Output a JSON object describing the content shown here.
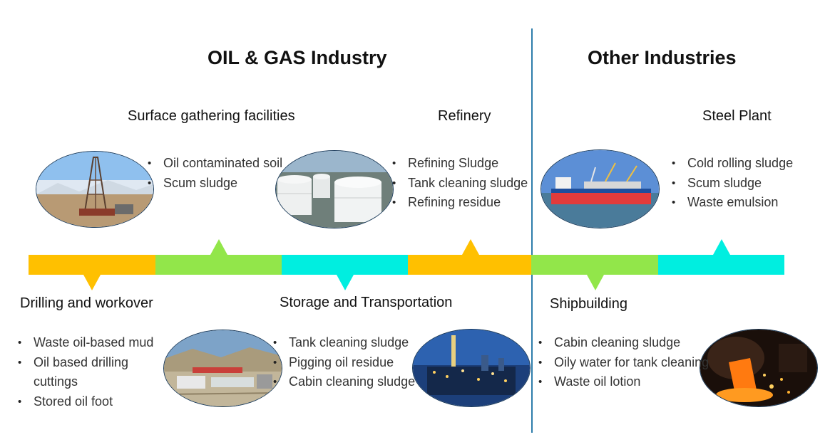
{
  "headings": {
    "oil_gas": "OIL & GAS Industry",
    "other": "Other Industries"
  },
  "stages": {
    "drilling": {
      "title": "Drilling and workover",
      "items": [
        "Waste oil-based mud",
        "Oil based drilling cuttings",
        "Stored oil foot"
      ]
    },
    "surface": {
      "title": "Surface gathering facilities",
      "items": [
        "Oil contaminated soil",
        "Scum sludge"
      ]
    },
    "storage": {
      "title": "Storage and Transportation",
      "items": [
        "Tank cleaning sludge",
        "Pigging oil residue",
        "Cabin cleaning sludge"
      ]
    },
    "refinery": {
      "title": "Refinery",
      "items": [
        "Refining Sludge",
        "Tank cleaning sludge",
        "Refining residue"
      ]
    },
    "shipbuilding": {
      "title": "Shipbuilding",
      "items": [
        "Cabin cleaning sludge",
        "Oily water for tank cleaning",
        "Waste oil lotion"
      ]
    },
    "steel": {
      "title": "Steel Plant",
      "items": [
        "Cold rolling sludge",
        "Scum sludge",
        "Waste emulsion"
      ]
    }
  },
  "colors": {
    "orange": "#ffc000",
    "green": "#92e64a",
    "cyan": "#00eee0",
    "divider": "#2f7dab"
  }
}
